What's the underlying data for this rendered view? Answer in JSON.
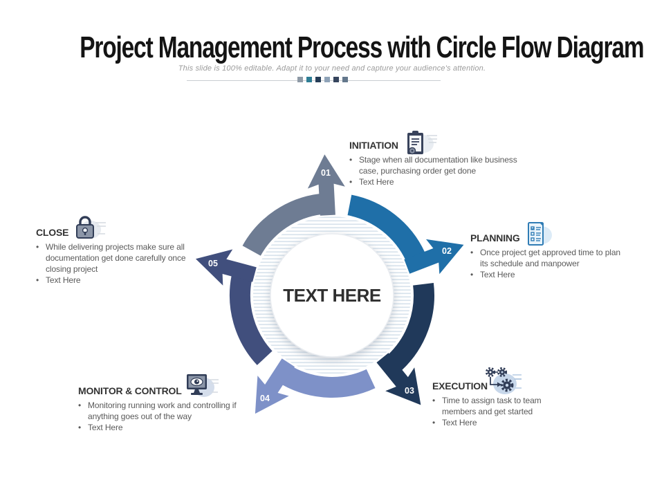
{
  "slide": {
    "title": "Project Management Process with Circle Flow Diagram",
    "subtitle": "This slide is 100% editable. Adapt it to your need and capture your audience's attention."
  },
  "center": {
    "label": "TEXT HERE"
  },
  "divider": {
    "squares": [
      "#8E9AA6",
      "#2F7E95",
      "#263D57",
      "#8FA3B8",
      "#36455E",
      "#64788C"
    ]
  },
  "steps": [
    {
      "number": "01",
      "title": "INITIATION",
      "icon": "clipboard-icon",
      "color": "#6E7C93",
      "bullets": [
        "Stage when all documentation like business case, purchasing order get done",
        "Text Here"
      ]
    },
    {
      "number": "02",
      "title": "PLANNING",
      "icon": "checklist-icon",
      "color": "#1F6FA8",
      "bullets": [
        "Once project get approved time to plan its schedule and manpower",
        "Text Here"
      ]
    },
    {
      "number": "03",
      "title": "EXECUTION",
      "icon": "gears-icon",
      "color": "#20395A",
      "bullets": [
        "Time to assign task to team members and get started",
        "Text Here"
      ]
    },
    {
      "number": "04",
      "title": "MONITOR & CONTROL",
      "icon": "monitor-eye-icon",
      "color": "#7E91C8",
      "bullets": [
        "Monitoring running work and controlling if anything goes out of the way",
        "Text Here"
      ]
    },
    {
      "number": "05",
      "title": "CLOSE",
      "icon": "padlock-icon",
      "color": "#414F7D",
      "bullets": [
        "While delivering projects make sure all documentation get done carefully once closing project",
        "Text Here"
      ]
    }
  ]
}
